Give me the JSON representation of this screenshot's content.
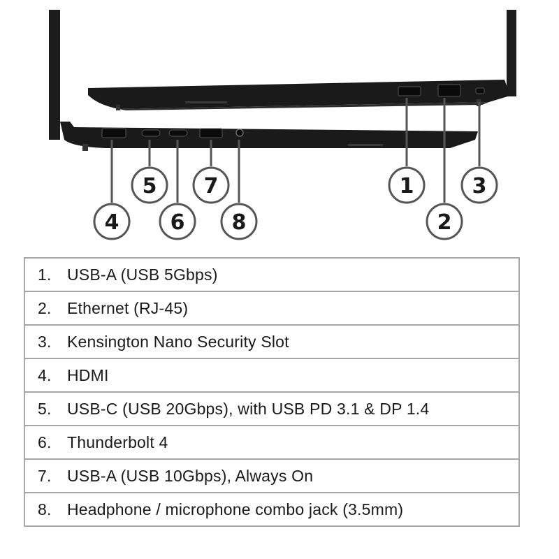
{
  "callouts": [
    "1",
    "2",
    "3",
    "4",
    "5",
    "6",
    "7",
    "8"
  ],
  "ports": [
    {
      "number": "1.",
      "label": "USB-A (USB 5Gbps)"
    },
    {
      "number": "2.",
      "label": "Ethernet (RJ-45)"
    },
    {
      "number": "3.",
      "label": "Kensington Nano Security Slot"
    },
    {
      "number": "4.",
      "label": "HDMI"
    },
    {
      "number": "5.",
      "label": "USB-C (USB 20Gbps), with USB PD 3.1 & DP 1.4"
    },
    {
      "number": "6.",
      "label": "Thunderbolt 4"
    },
    {
      "number": "7.",
      "label": "USB-A (USB 10Gbps), Always On"
    },
    {
      "number": "8.",
      "label": "Headphone / microphone combo jack (3.5mm)"
    }
  ],
  "colors": {
    "chassis": "#1c1c1c",
    "callout_ring": "#555555",
    "table_border": "#a7a7a7",
    "text": "#1a1a1a"
  }
}
